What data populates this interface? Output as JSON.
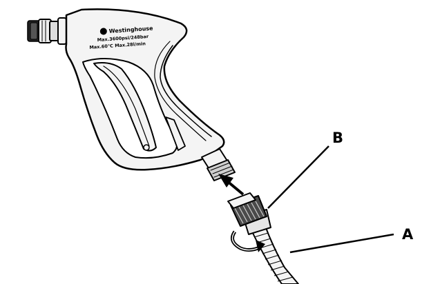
{
  "diagram": {
    "callouts": [
      {
        "id": "A",
        "label": "A",
        "part": "hose"
      },
      {
        "id": "B",
        "label": "B",
        "part": "swivel-connector"
      }
    ],
    "gun_markings": {
      "brand": "Westinghouse",
      "line1": "Max.3600psi/248bar",
      "line2": "Max.60°C  Max.28l/min"
    },
    "icons": {
      "direction_arrow": "arrow-up-left-icon",
      "rotation_arrow": "rotate-clockwise-icon",
      "brand_logo": "westinghouse-logo-icon"
    },
    "colors": {
      "ink": "#000000",
      "gun_fill": "#f4f4f4",
      "arrow_fill": "#000000",
      "background": "#ffffff"
    }
  }
}
